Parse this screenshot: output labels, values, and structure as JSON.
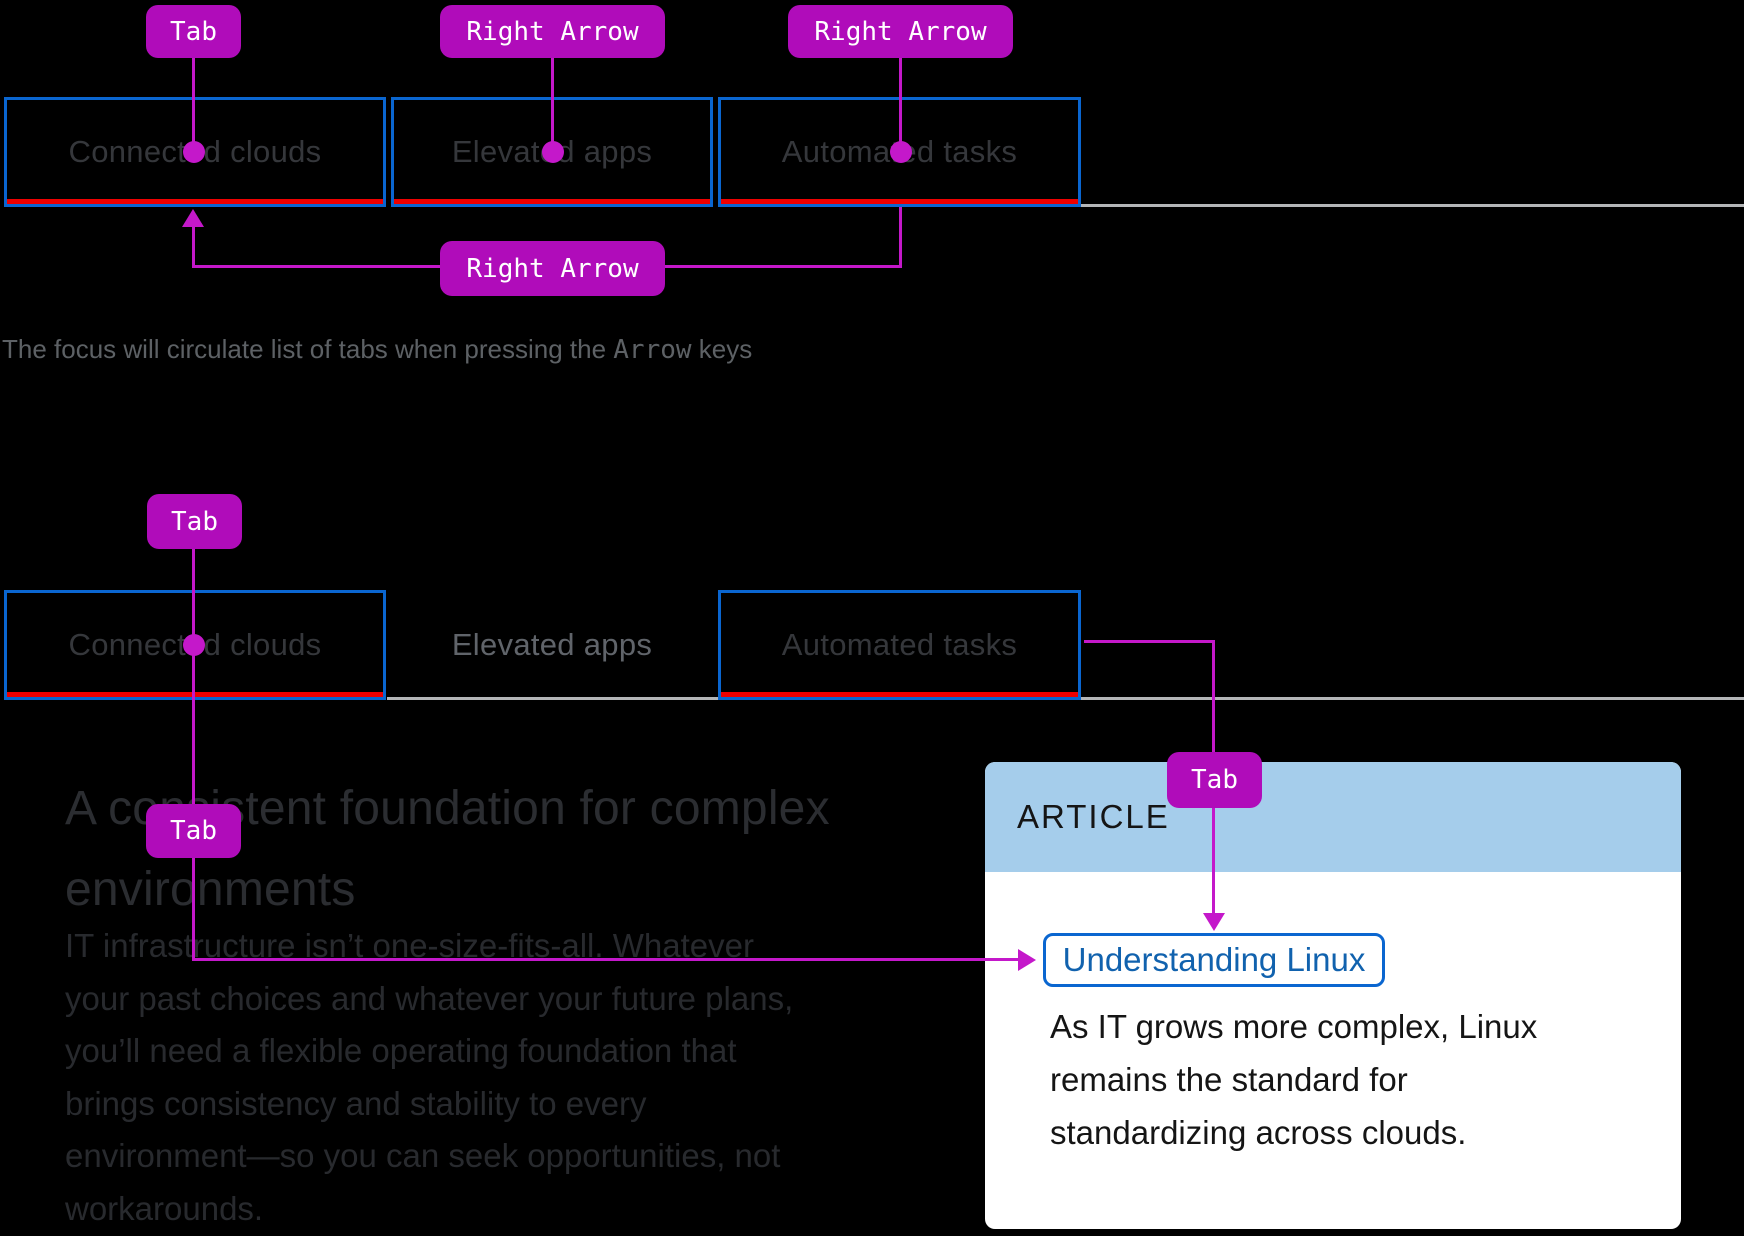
{
  "colors": {
    "background": "#000000",
    "magenta_badge": "#b00cba",
    "magenta_line": "#c418ca",
    "focus_blue": "#0a66d0",
    "underline_red": "#ee0000",
    "tabbar_gray": "#b4b6b8",
    "card_header_blue": "#a5cdeb",
    "link_blue": "#1162ae"
  },
  "row1": {
    "tabs": [
      {
        "label": "Connected clouds"
      },
      {
        "label": "Elevated apps"
      },
      {
        "label": "Automated tasks"
      }
    ],
    "badge_tab": "Tab",
    "badge_right_arrow": "Right Arrow",
    "caption_prefix": "The focus will circulate list of tabs when pressing the ",
    "caption_key": "Arrow",
    "caption_suffix": " keys"
  },
  "row2": {
    "tabs": [
      {
        "label": "Connected clouds"
      },
      {
        "label": "Elevated apps"
      },
      {
        "label": "Automated tasks"
      }
    ],
    "badge_tab": "Tab"
  },
  "content": {
    "heading_lines": [
      "A consistent foundation for complex",
      "environments"
    ],
    "paragraph_lines": [
      "IT infrastructure isn’t one-size-fits-all. Whatever",
      "your past choices and whatever your future plans,",
      "you’ll need a flexible operating foundation that",
      "brings consistency and stability to every",
      "environment—so you can seek opportunities, not",
      "workarounds."
    ]
  },
  "card": {
    "header": "ARTICLE",
    "link_label": "Understanding Linux",
    "body_lines": [
      "As IT grows more complex, Linux",
      "remains the standard for",
      "standardizing across clouds."
    ]
  }
}
